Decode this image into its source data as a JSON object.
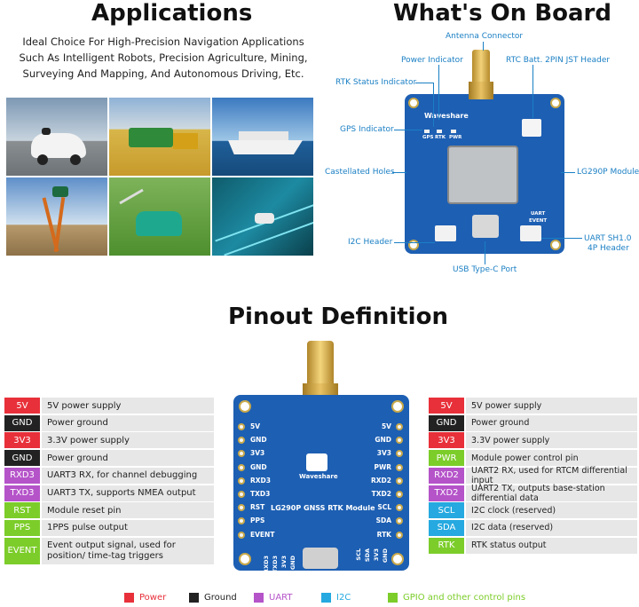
{
  "headings": {
    "applications": "Applications",
    "onboard": "What's On Board",
    "pinout": "Pinout Definition"
  },
  "intro": "Ideal Choice For High-Precision Navigation Applications Such As Intelligent Robots, Precision Agriculture, Mining, Surveying And Mapping, And Autonomous Driving, Etc.",
  "callouts": {
    "antenna": "Antenna Connector",
    "power": "Power Indicator",
    "rtc": "RTC Batt. 2PIN JST Header",
    "rtk": "RTK Status Indicator",
    "gps": "GPS Indicator",
    "lg290p": "LG290P Module",
    "holes": "Castellated Holes",
    "i2c": "I2C Header",
    "uart1": "UART SH1.0",
    "uart2": "4P Header",
    "usb": "USB Type-C Port"
  },
  "board": {
    "brand": "Waveshare",
    "module": "LG290P GNSS RTK Module",
    "top_left": [
      "5V",
      "GND",
      "3V3",
      "GND",
      "RXD3",
      "TXD3",
      "RST",
      "PPS",
      "EVENT"
    ],
    "top_right": [
      "5V",
      "GND",
      "3V3",
      "PWR",
      "RXD2",
      "TXD2",
      "SCL",
      "SDA",
      "RTK"
    ],
    "small_right": [
      "UART",
      "EVENT"
    ],
    "small_labels": [
      "GPS",
      "RTK",
      "PWR"
    ],
    "bottom_left": [
      "RXD3",
      "TXD3",
      "3V3",
      "GND"
    ],
    "bottom_right": [
      "SCL",
      "SDA",
      "3V3",
      "GND"
    ]
  },
  "pins_left": [
    {
      "name": "5V",
      "desc": "5V power supply",
      "color": "#e8303a"
    },
    {
      "name": "GND",
      "desc": "Power ground",
      "color": "#222222"
    },
    {
      "name": "3V3",
      "desc": "3.3V power supply",
      "color": "#e8303a"
    },
    {
      "name": "GND",
      "desc": "Power ground",
      "color": "#222222"
    },
    {
      "name": "RXD3",
      "desc": "UART3 RX, for channel debugging",
      "color": "#b553c9"
    },
    {
      "name": "TXD3",
      "desc": "UART3 TX, supports NMEA output",
      "color": "#b553c9"
    },
    {
      "name": "RST",
      "desc": "Module reset pin",
      "color": "#7ccd2a"
    },
    {
      "name": "PPS",
      "desc": "1PPS pulse output",
      "color": "#7ccd2a"
    },
    {
      "name": "EVENT",
      "desc": "Event output signal, used for position/ time-tag triggers",
      "color": "#7ccd2a"
    }
  ],
  "pins_right": [
    {
      "name": "5V",
      "desc": "5V power supply",
      "color": "#e8303a"
    },
    {
      "name": "GND",
      "desc": "Power ground",
      "color": "#222222"
    },
    {
      "name": "3V3",
      "desc": "3.3V power supply",
      "color": "#e8303a"
    },
    {
      "name": "PWR",
      "desc": "Module power control pin",
      "color": "#7ccd2a"
    },
    {
      "name": "RXD2",
      "desc": "UART2 RX, used for RTCM differential input",
      "color": "#b553c9"
    },
    {
      "name": "TXD2",
      "desc": "UART2 TX, outputs base-station differential data",
      "color": "#b553c9"
    },
    {
      "name": "SCL",
      "desc": "I2C clock (reserved)",
      "color": "#25a9e0"
    },
    {
      "name": "SDA",
      "desc": "I2C data (reserved)",
      "color": "#25a9e0"
    },
    {
      "name": "RTK",
      "desc": "RTK status output",
      "color": "#7ccd2a"
    }
  ],
  "legend": [
    {
      "label": "Power",
      "color": "#e8303a",
      "text_color": "#e8303a"
    },
    {
      "label": "Ground",
      "color": "#222222",
      "text_color": "#222222"
    },
    {
      "label": "UART",
      "color": "#b553c9",
      "text_color": "#b553c9"
    },
    {
      "label": "I2C",
      "color": "#25a9e0",
      "text_color": "#25a9e0"
    },
    {
      "label": "GPIO and other control pins",
      "color": "#7ccd2a",
      "text_color": "#7ccd2a"
    }
  ]
}
